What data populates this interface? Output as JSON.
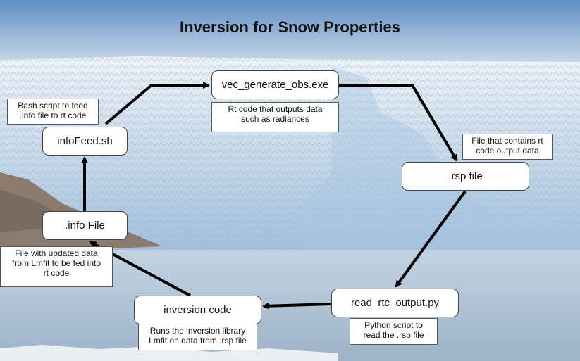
{
  "title": "Inversion for Snow Properties",
  "nodes": {
    "vec": "vec_generate_obs.exe",
    "rsp": ".rsp file",
    "read": "read_rtc_output.py",
    "inversion": "inversion code",
    "info": ".info File",
    "feed": "infoFeed.sh"
  },
  "notes": {
    "vec": [
      "Rt code that outputs data",
      "such as radiances"
    ],
    "rsp": [
      "File that contains rt",
      "code output data"
    ],
    "read": [
      "Python script to",
      "read the .rsp file"
    ],
    "inversion": [
      "Runs the inversion library",
      "Lmfit on data from .rsp file"
    ],
    "info": [
      "File with updated data",
      "from Lmfit to be fed into",
      "rt code"
    ],
    "feed": [
      "Bash script to feed",
      ".info file to rt code"
    ]
  },
  "colors": {
    "sky_top": "#5f8fc4",
    "sky_bottom": "#c9d8e8",
    "ice": "#dbe6f0",
    "ice_shadow": "#8fb0cf",
    "water": "#a9bdd0",
    "rock": "#8b7b6e",
    "arrow": "#000000"
  }
}
